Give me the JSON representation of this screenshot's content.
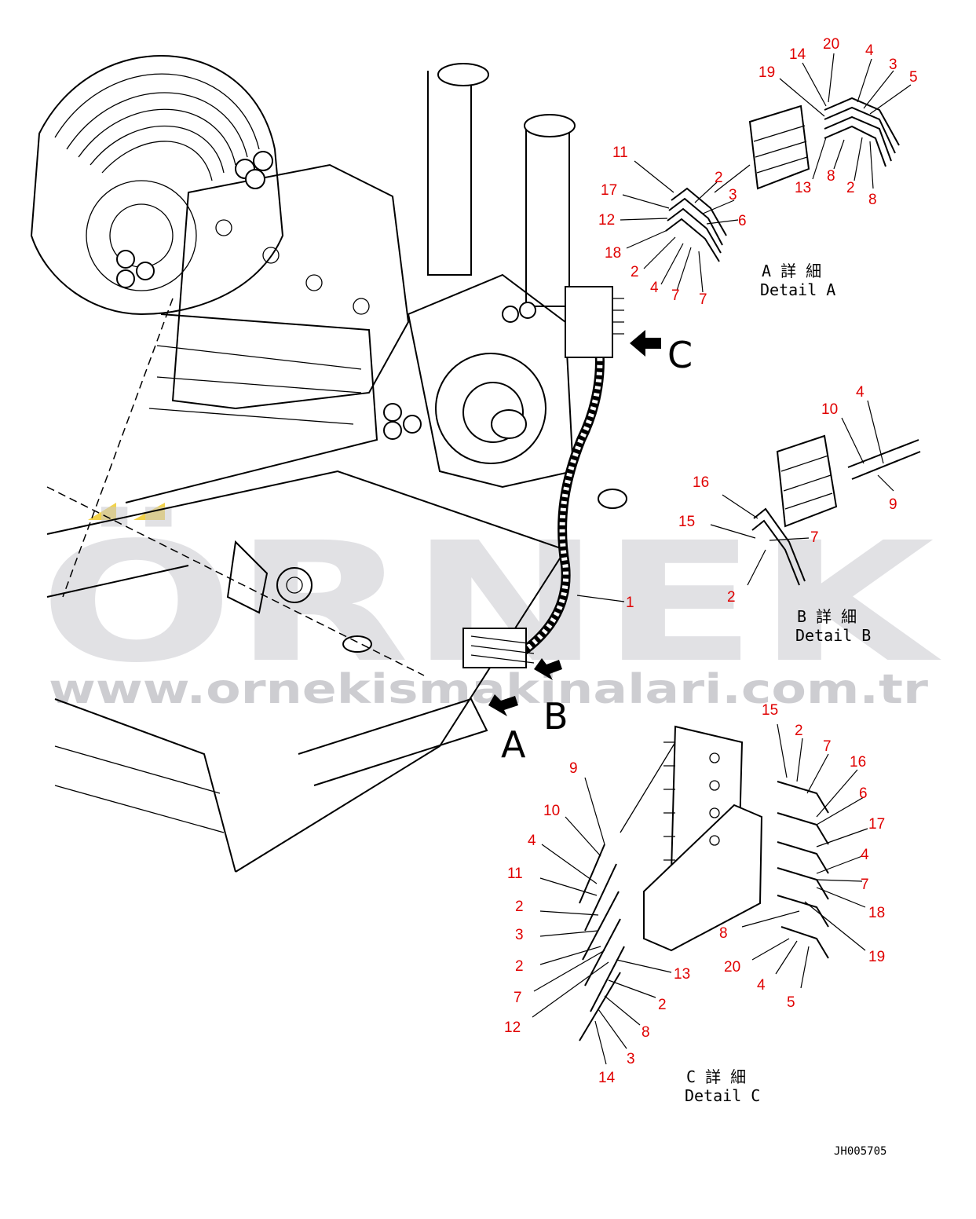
{
  "callouts": {
    "main": [
      "1"
    ],
    "detail_a": [
      "20",
      "14",
      "4",
      "3",
      "5",
      "19",
      "13",
      "8",
      "2",
      "8",
      "11",
      "2",
      "17",
      "3",
      "12",
      "6",
      "18",
      "2",
      "4",
      "7",
      "7"
    ],
    "detail_b": [
      "4",
      "10",
      "9",
      "16",
      "15",
      "7",
      "2"
    ],
    "detail_c": [
      "15",
      "2",
      "7",
      "16",
      "6",
      "17",
      "4",
      "7",
      "18",
      "19",
      "8",
      "20",
      "4",
      "5",
      "9",
      "10",
      "4",
      "11",
      "2",
      "3",
      "2",
      "7",
      "12",
      "13",
      "2",
      "8",
      "3",
      "14"
    ]
  },
  "detail_titles": {
    "a_jp": "A 詳 細",
    "a_en": "Detail A",
    "b_jp": "B 詳 細",
    "b_en": "Detail B",
    "c_jp": "C 詳 細",
    "c_en": "Detail C"
  },
  "view_letters": {
    "a": "A",
    "b": "B",
    "c": "C"
  },
  "watermark": {
    "brand": "ÖRNEK",
    "url": "www.ornekismakinalari.com.tr",
    "accent_color": "#f2d24a"
  },
  "drawing_id": "JH005705"
}
